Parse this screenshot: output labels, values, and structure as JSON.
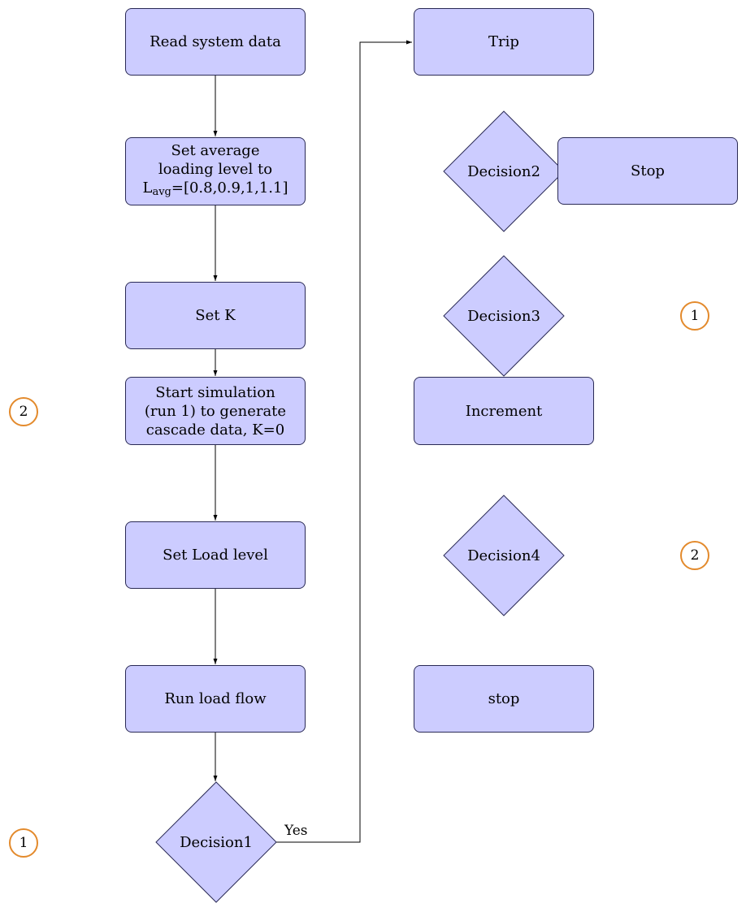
{
  "nodes": {
    "read_system_data": "Read system data",
    "set_average_line1": "Set average",
    "set_average_line2": "loading level to",
    "set_average_var": "L",
    "set_average_sub": "avg",
    "set_average_value": "=[0.8,0.9,1,1.1]",
    "set_k": "Set K",
    "start_sim_line1": "Start simulation",
    "start_sim_line2": "(run 1) to generate",
    "start_sim_line3": "cascade data, K=0",
    "set_load_level": "Set Load level",
    "run_load_flow": "Run load flow",
    "decision1": "Decision1",
    "trip": "Trip",
    "decision2": "Decision2",
    "stop_upper": "Stop",
    "decision3": "Decision3",
    "increment": "Increment",
    "decision4": "Decision4",
    "stop_lower": "stop"
  },
  "edge_labels": {
    "yes": "Yes"
  },
  "connectors": {
    "left_top": "2",
    "left_bottom": "1",
    "right_top": "1",
    "right_bottom": "2"
  },
  "colors": {
    "node_fill": "#ccccff",
    "node_border": "#2a2a55",
    "connector_border": "#e38a2c",
    "edge": "#000000"
  }
}
